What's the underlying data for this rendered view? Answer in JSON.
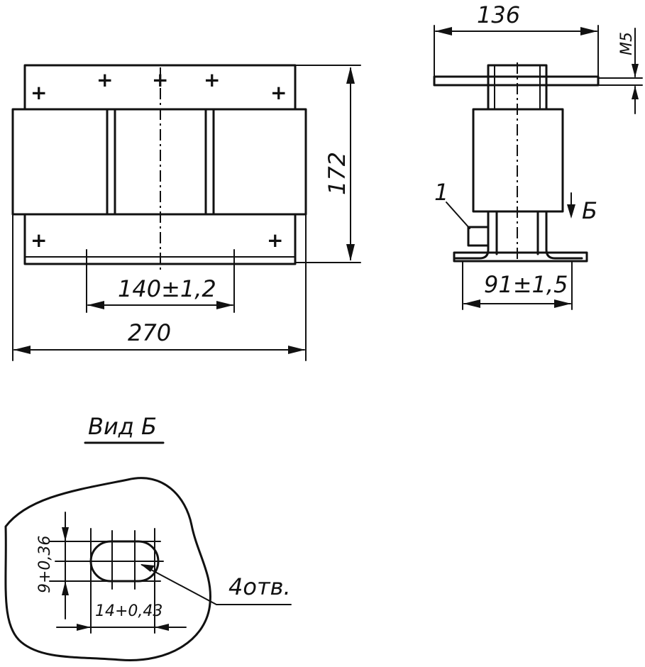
{
  "front_view": {
    "dim_overall_width": "270",
    "dim_mount_spacing": "140±1,2",
    "dim_height": "172"
  },
  "side_view": {
    "dim_top_width": "136",
    "dim_thread": "M5",
    "dim_base_width": "91±1,5",
    "callout_1": "1",
    "view_arrow_label": "Б"
  },
  "view_b": {
    "title": "Вид Б",
    "dim_slot_height": "9+0,36",
    "dim_slot_width": "14+0,43",
    "holes_note": "4отв."
  }
}
